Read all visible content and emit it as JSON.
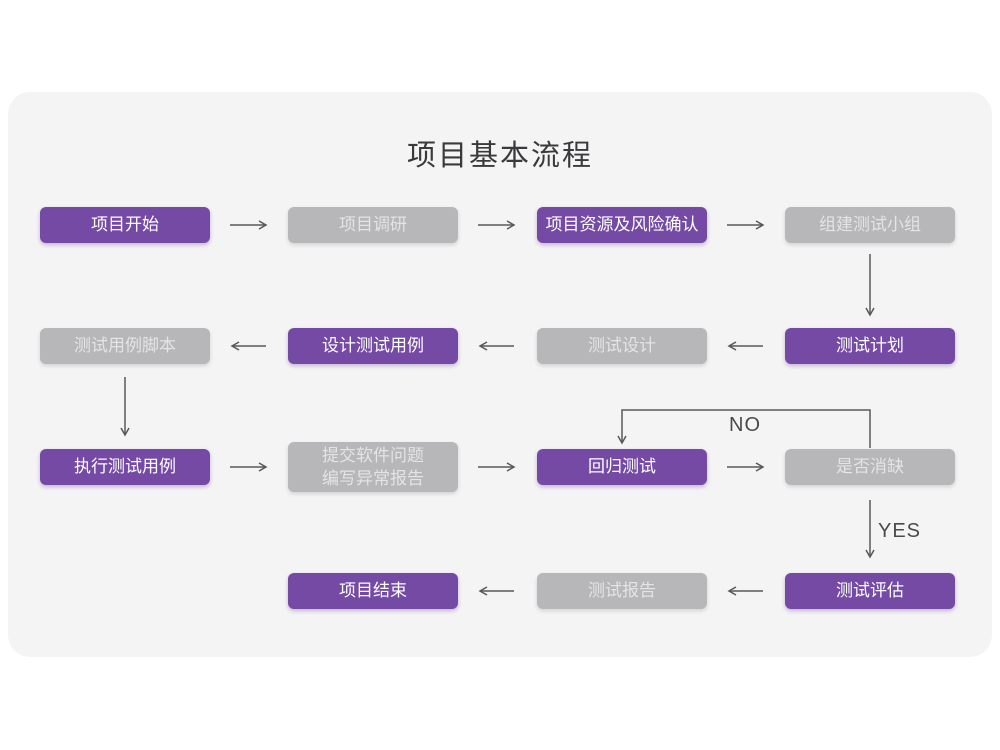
{
  "page": {
    "title": "项目基本流程"
  },
  "colors": {
    "primary": "#744aa5",
    "secondary": "#b7b6b8",
    "card_bg": "#f5f4f5",
    "page_bg": "#ffffff",
    "arrow": "#58585a",
    "title_color": "#3a3a3c",
    "edge_label_color": "#4a4a4a",
    "primary_text": "#ffffff",
    "secondary_text": "#e4e3e5"
  },
  "labels": {
    "no": "NO",
    "yes": "YES"
  },
  "nodes": {
    "project_start": {
      "label": "项目开始",
      "type": "primary"
    },
    "project_research": {
      "label": "项目调研",
      "type": "secondary"
    },
    "resource_risk_confirm": {
      "label": "项目资源及风险确认",
      "type": "primary"
    },
    "build_test_team": {
      "label": "组建测试小组",
      "type": "secondary"
    },
    "test_plan": {
      "label": "测试计划",
      "type": "primary"
    },
    "test_design": {
      "label": "测试设计",
      "type": "secondary"
    },
    "design_test_cases": {
      "label": "设计测试用例",
      "type": "primary"
    },
    "test_case_scripts": {
      "label": "测试用例脚本",
      "type": "secondary"
    },
    "execute_test_cases": {
      "label": "执行测试用例",
      "type": "primary"
    },
    "submit_issues": {
      "line1": "提交软件问题",
      "line2": "编写异常报告",
      "type": "secondary"
    },
    "regression_test": {
      "label": "回归测试",
      "type": "primary"
    },
    "defect_cleared": {
      "label": "是否消缺",
      "type": "secondary"
    },
    "test_evaluation": {
      "label": "测试评估",
      "type": "primary"
    },
    "test_report": {
      "label": "测试报告",
      "type": "secondary"
    },
    "project_end": {
      "label": "项目结束",
      "type": "primary"
    }
  }
}
